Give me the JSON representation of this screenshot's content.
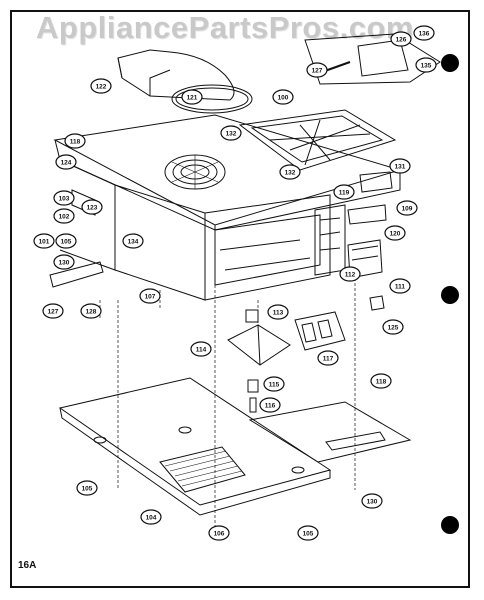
{
  "watermark": "AppliancePartsPros.com",
  "page_number": "16A",
  "callouts": [
    {
      "id": "c122",
      "label": "122"
    },
    {
      "id": "c121",
      "label": "121"
    },
    {
      "id": "c136",
      "label": "136"
    },
    {
      "id": "c126",
      "label": "126"
    },
    {
      "id": "c127a",
      "label": "127"
    },
    {
      "id": "c135",
      "label": "135"
    },
    {
      "id": "c100",
      "label": "100"
    },
    {
      "id": "c132a",
      "label": "132"
    },
    {
      "id": "c132b",
      "label": "132"
    },
    {
      "id": "c118a",
      "label": "118"
    },
    {
      "id": "c124",
      "label": "124"
    },
    {
      "id": "c103",
      "label": "103"
    },
    {
      "id": "c102",
      "label": "102"
    },
    {
      "id": "c123",
      "label": "123"
    },
    {
      "id": "c131",
      "label": "131"
    },
    {
      "id": "c119",
      "label": "119"
    },
    {
      "id": "c109",
      "label": "109"
    },
    {
      "id": "c101",
      "label": "101"
    },
    {
      "id": "c105a",
      "label": "105"
    },
    {
      "id": "c130a",
      "label": "130"
    },
    {
      "id": "c134",
      "label": "134"
    },
    {
      "id": "c120",
      "label": "120"
    },
    {
      "id": "c112",
      "label": "112"
    },
    {
      "id": "c111",
      "label": "111"
    },
    {
      "id": "c107",
      "label": "107"
    },
    {
      "id": "c127b",
      "label": "127"
    },
    {
      "id": "c128",
      "label": "128"
    },
    {
      "id": "c113",
      "label": "113"
    },
    {
      "id": "c125",
      "label": "125"
    },
    {
      "id": "c114",
      "label": "114"
    },
    {
      "id": "c117",
      "label": "117"
    },
    {
      "id": "c115",
      "label": "115"
    },
    {
      "id": "c118b",
      "label": "118"
    },
    {
      "id": "c116",
      "label": "116"
    },
    {
      "id": "c105b",
      "label": "105"
    },
    {
      "id": "c104",
      "label": "104"
    },
    {
      "id": "c130b",
      "label": "130"
    },
    {
      "id": "c106",
      "label": "106"
    },
    {
      "id": "c105c",
      "label": "105"
    }
  ]
}
